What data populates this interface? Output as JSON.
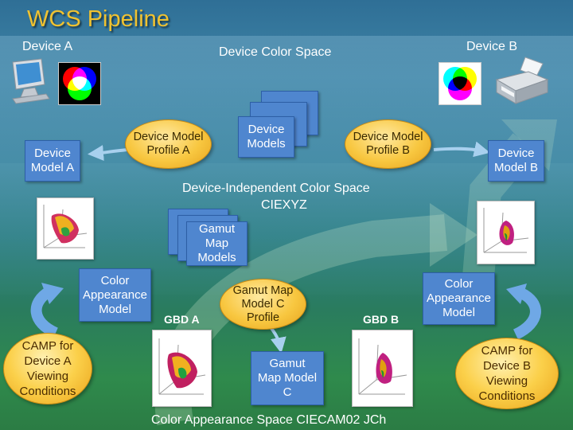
{
  "title": "WCS Pipeline",
  "device_a": {
    "label": "Device A",
    "icon": "monitor-icon"
  },
  "device_b": {
    "label": "Device B",
    "icon": "printer-icon"
  },
  "device_color_space": "Device Color Space",
  "device_models": "Device\nModels",
  "device_model_a": "Device\nModel A",
  "device_model_b": "Device\nModel B",
  "device_model_profile_a": "Device Model\nProfile A",
  "device_model_profile_b": "Device Model\nProfile B",
  "device_independent": {
    "line1": "Device-Independent Color Space",
    "line2": "CIEXYZ"
  },
  "gamut_map_models": "Gamut\nMap\nModels",
  "color_appearance_model_a": "Color\nAppearance\nModel",
  "color_appearance_model_b": "Color\nAppearance\nModel",
  "gamut_map_profile": "Gamut Map\nModel C\nProfile",
  "gbd_a": "GBD A",
  "gbd_b": "GBD B",
  "camp_a": "CAMP for\nDevice A\nViewing\nConditions",
  "camp_b": "CAMP for\nDevice B\nViewing\nConditions",
  "gamut_map_model_c": "Gamut\nMap Model\nC",
  "color_appearance_space": "Color Appearance Space CIECAM02 JCh",
  "colors": {
    "title": "#f0c230",
    "box": "#4f86cf",
    "oval": "#f8c740",
    "arrow": "#9ec7ea"
  }
}
